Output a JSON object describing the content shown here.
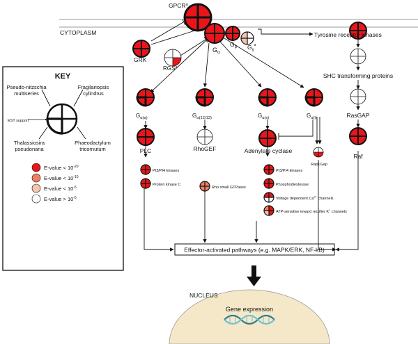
{
  "membrane": {
    "receptor": "GPCR",
    "receptor_sup": "a",
    "compartment": "CYTOPLASM"
  },
  "g_protein": {
    "alpha": "G",
    "alpha_sub": "α",
    "beta": "G",
    "beta_sub": "β",
    "gamma": "G",
    "gamma_sub": "γ",
    "gamma_sup": "a"
  },
  "regulators": {
    "grk": "GRK",
    "rgs": "RGS",
    "rgs_sup": "a"
  },
  "tyrosine_branch": [
    "Tyrosine receptor kinases",
    "SHC transforming proteins",
    "RasGAP",
    "Raf"
  ],
  "alpha_subunits": [
    {
      "base": "G",
      "sub": "α(q)"
    },
    {
      "base": "G",
      "sub": "α(12/13)"
    },
    {
      "base": "G",
      "sub": "α(s)"
    },
    {
      "base": "G",
      "sub": "α(i)"
    }
  ],
  "effectors": {
    "plc": "PLC",
    "rhogef": "RhoGEF",
    "adenylate_cyclase": "Adenylate cyclase",
    "rap1gap": "Rap1Gap"
  },
  "downstream": {
    "plc": [
      "PI3/PI4 kinases",
      "Protein kinase C"
    ],
    "rhogef": [
      "Rho small GTPases"
    ],
    "ac": [
      "PI3/PI4 kinases",
      "Phosphodiesterase"
    ],
    "voltage_pre": "Voltage dependent Ca",
    "voltage_sup": "2+",
    "voltage_post": " channels",
    "atp_pre": "ATP-sensitive inward rectifier K",
    "atp_sup": "+",
    "atp_post": " channels"
  },
  "pathways_box": "Effector-activated pathways (e.g. MAPK/ERK, NF-kB)",
  "nucleus": {
    "label": "NUCLEUS",
    "content": "Gene expression"
  },
  "key": {
    "title": "KEY",
    "species": [
      "Pseudo-nitzschia multiseries",
      "Fragilariopsis cylindrus",
      "Thalassiosira pseudonana",
      "Phaeodactylum tricornutum"
    ],
    "est_label": "EST support",
    "legend": [
      {
        "color": "#e8161b",
        "pre": "E-value < 10",
        "sup": "-20"
      },
      {
        "color": "#ee7f63",
        "pre": "E-value < 10",
        "sup": "-10"
      },
      {
        "color": "#f7c4b0",
        "pre": "E-value < 10",
        "sup": "-5"
      },
      {
        "color": "#ffffff",
        "pre": "E-value > 10",
        "sup": "-5"
      }
    ]
  },
  "colors": {
    "red": "#e8161b",
    "salmon": "#ee7f63",
    "pale": "#f7c4b0",
    "white": "#ffffff",
    "nucleus": "#f5e8c8"
  }
}
